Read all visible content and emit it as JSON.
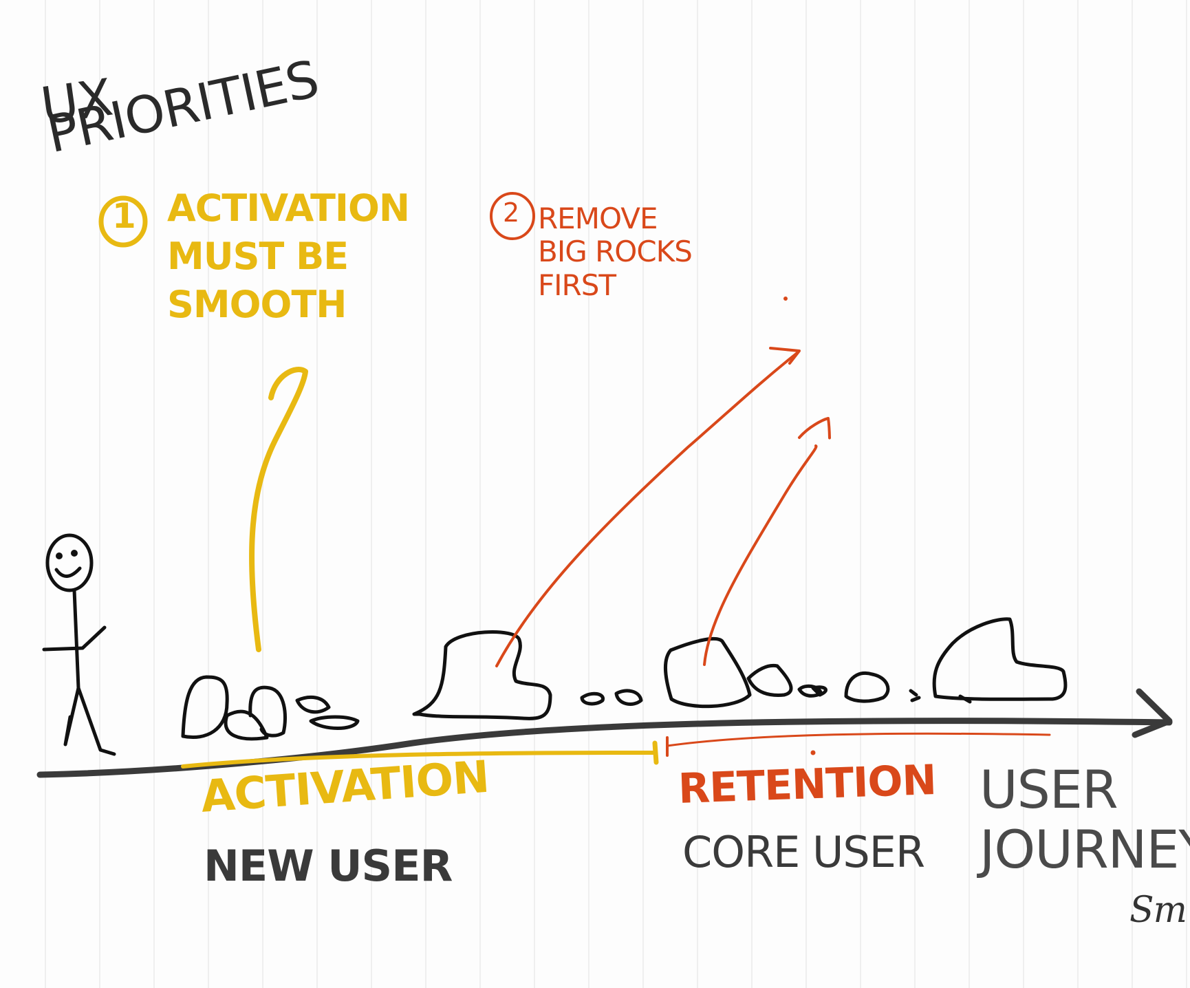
{
  "title": {
    "line1": "UX",
    "line2": "PRIORITIES"
  },
  "priorities": [
    {
      "number": "1",
      "text": "ACTIVATION\nMUST BE\nSMOOTH"
    },
    {
      "number": "2",
      "text": "REMOVE\nBIG ROCKS\nFIRST"
    }
  ],
  "phases": [
    {
      "name": "ACTIVATION",
      "user": "NEW USER"
    },
    {
      "name": "RETENTION",
      "user": "CORE USER"
    }
  ],
  "axis_label": "USER\nJOURNEY",
  "signature": "Sm",
  "colors": {
    "ink": "#222222",
    "gray": "#444444",
    "activation": "#e8b912",
    "retention": "#d9481a"
  }
}
